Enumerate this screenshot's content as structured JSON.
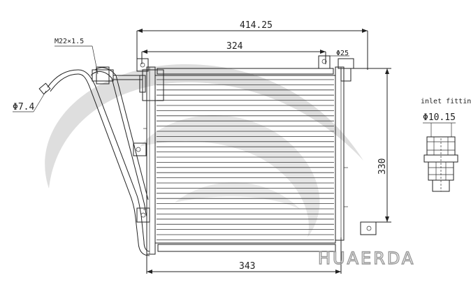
{
  "dimensions": {
    "overall_width": "414.25",
    "core_width": "324",
    "height": "330",
    "bottom_width": "343",
    "thread": "M22×1.5",
    "pipe_dia": "Φ7.4",
    "port_dia": "Φ25",
    "fitting_dia": "Φ10.15"
  },
  "inlet_fitting_label": "inlet fitting",
  "brand": "HUAERDA",
  "colors": {
    "line": "#222222",
    "watermark": "#d9d9d9",
    "brand_outline": "#9a9a9a"
  }
}
